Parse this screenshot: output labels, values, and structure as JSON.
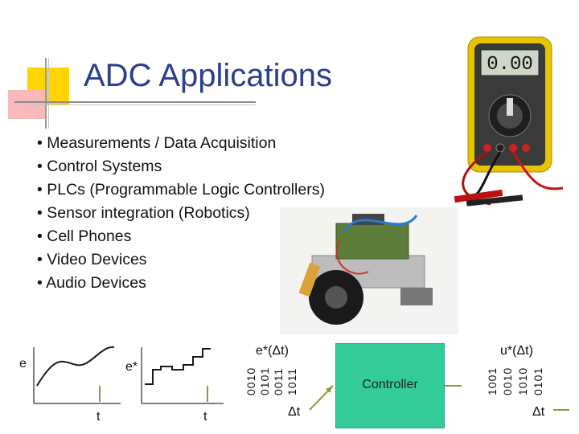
{
  "slide": {
    "title": "ADC Applications",
    "bullets": [
      "• Measurements / Data Acquisition",
      "• Control Systems",
      "• PLCs  (Programmable Logic Controllers)",
      "• Sensor integration (Robotics)",
      "• Cell Phones",
      "• Video Devices",
      "• Audio Devices"
    ]
  },
  "multimeter": {
    "display": "0.00"
  },
  "diagram": {
    "signal_label": "e",
    "time_label_1": "t",
    "sampled_label": "e*",
    "time_label_2": "t",
    "digital_label": "e*(Δt)",
    "input_bits": [
      "0010",
      "0101",
      "0011",
      "1011"
    ],
    "dt_label_1": "Δt",
    "controller_label": "Controller",
    "output_label": "u*(Δt)",
    "output_bits": [
      "1001",
      "0010",
      "1010",
      "0101"
    ],
    "dt_label_2": "Δt"
  },
  "colors": {
    "title": "#2a3f8f",
    "controller": "#33cc99",
    "accent_yellow": "#ffd400",
    "accent_pink": "#f7b9b9"
  }
}
